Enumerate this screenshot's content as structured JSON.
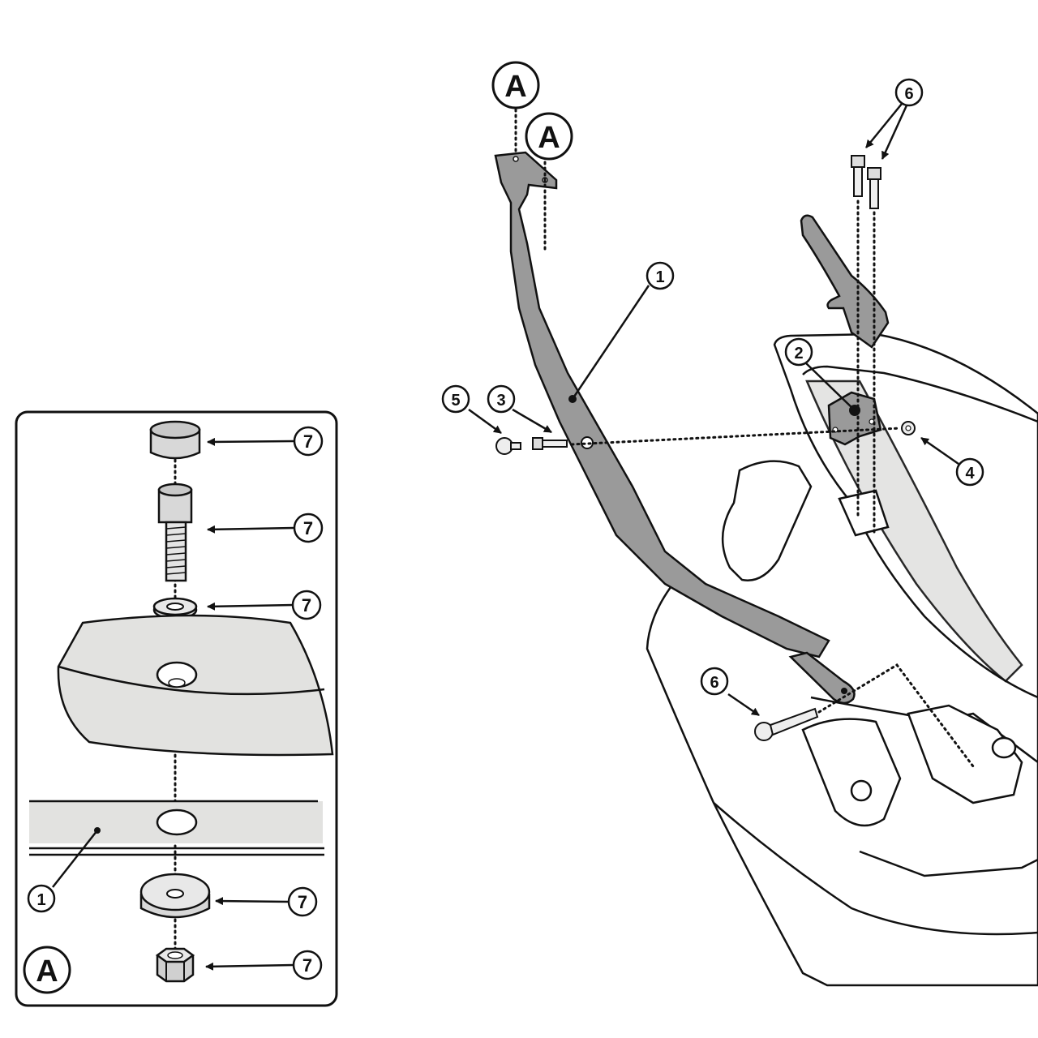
{
  "labels": {
    "part_1": "1",
    "part_2": "2",
    "part_3": "3",
    "part_4": "4",
    "part_5": "5",
    "part_6": "6",
    "part_7": "7",
    "detail_a": "A"
  },
  "colors": {
    "ink": "#111111",
    "metal": "#9a9a9a",
    "panel_shade": "#e2e2e0",
    "paper": "#ffffff"
  },
  "icons": [
    "arrow-icon"
  ]
}
